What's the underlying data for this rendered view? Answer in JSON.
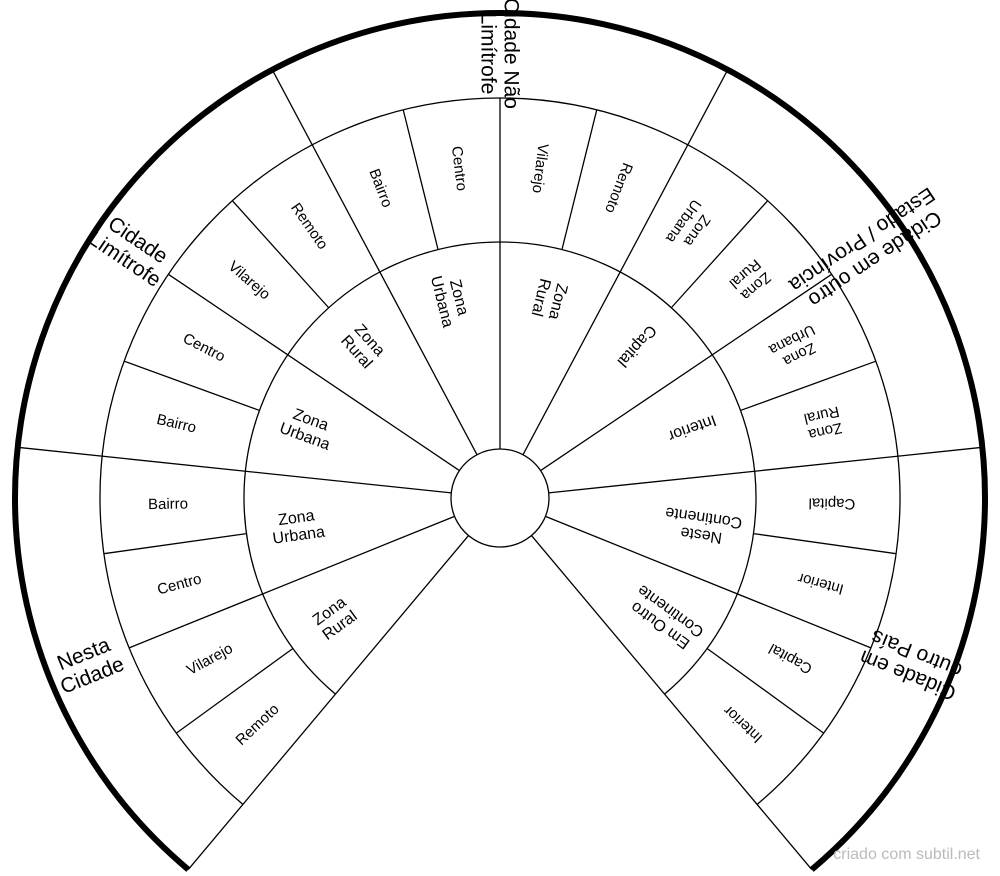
{
  "footer": {
    "credit": "criado com subtil.net"
  },
  "sectors": [
    {
      "label": "Nesta Cidade",
      "rings": [
        {
          "label": "Zona Rural",
          "outer": [
            "Remoto",
            "Vilarejo"
          ]
        },
        {
          "label": "Zona Urbana",
          "outer": [
            "Centro",
            "Bairro"
          ]
        }
      ]
    },
    {
      "label": "Cidade Limítrofe",
      "rings": [
        {
          "label": "Zona Urbana",
          "outer": [
            "Bairro",
            "Centro"
          ]
        },
        {
          "label": "Zona Rural",
          "outer": [
            "Vilarejo",
            "Remoto"
          ]
        }
      ]
    },
    {
      "label": "Cidade Não Limítrofe",
      "rings": [
        {
          "label": "Zona Urbana",
          "outer": [
            "Bairro",
            "Centro"
          ]
        },
        {
          "label": "Zona Rural",
          "outer": [
            "Vilarejo",
            "Remoto"
          ]
        }
      ]
    },
    {
      "label": "Cidade em outro Estado / Província",
      "rings": [
        {
          "label": "Capital",
          "outer": [
            "Zona Urbana",
            "Zona Rural"
          ]
        },
        {
          "label": "Interior",
          "outer": [
            "Zona Urbana",
            "Zona Rural"
          ]
        }
      ]
    },
    {
      "label": "Cidade em outro País",
      "rings": [
        {
          "label": "Neste Continente",
          "outer": [
            "Capital",
            "Interior"
          ]
        },
        {
          "label": "Em Outro Continente",
          "outer": [
            "Capital",
            "Interior"
          ]
        }
      ]
    }
  ]
}
